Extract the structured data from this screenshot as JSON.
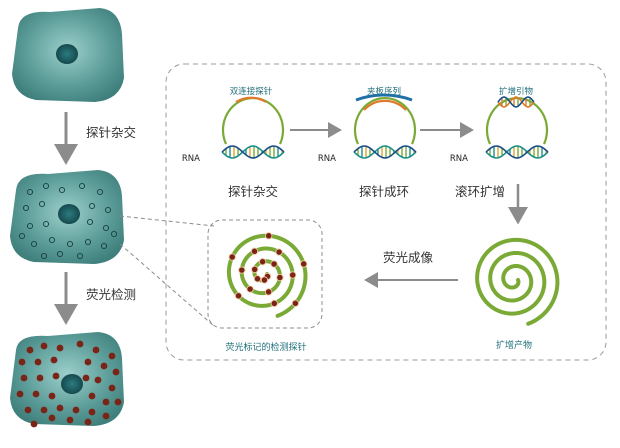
{
  "left_column": {
    "step1_label": "探针杂交",
    "step2_label": "荧光检测"
  },
  "panel": {
    "probe1_title": "双连接探针",
    "probe2_title": "夹板序列",
    "probe3_title": "扩增引物",
    "rna_label": "RNA",
    "stage1_label": "探针杂交",
    "stage2_label": "探针成环",
    "stage3_label": "滚环扩增",
    "imaging_label": "荧光成像",
    "amplicon_label": "扩增产物",
    "detection_probe_label": "荧光标记的检测探针"
  },
  "colors": {
    "cell_fill": "#5b9e9a",
    "nucleus": "#1f5e63",
    "probe_green": "#7aaa35",
    "probe_orange": "#e07a2a",
    "splint_blue": "#1f6fa8",
    "dna_teal": "#1d8f8a",
    "fluor_dot": "#7a2418",
    "arrow_gray": "#8c8c8c",
    "label_teal": "#1f6f7a"
  }
}
